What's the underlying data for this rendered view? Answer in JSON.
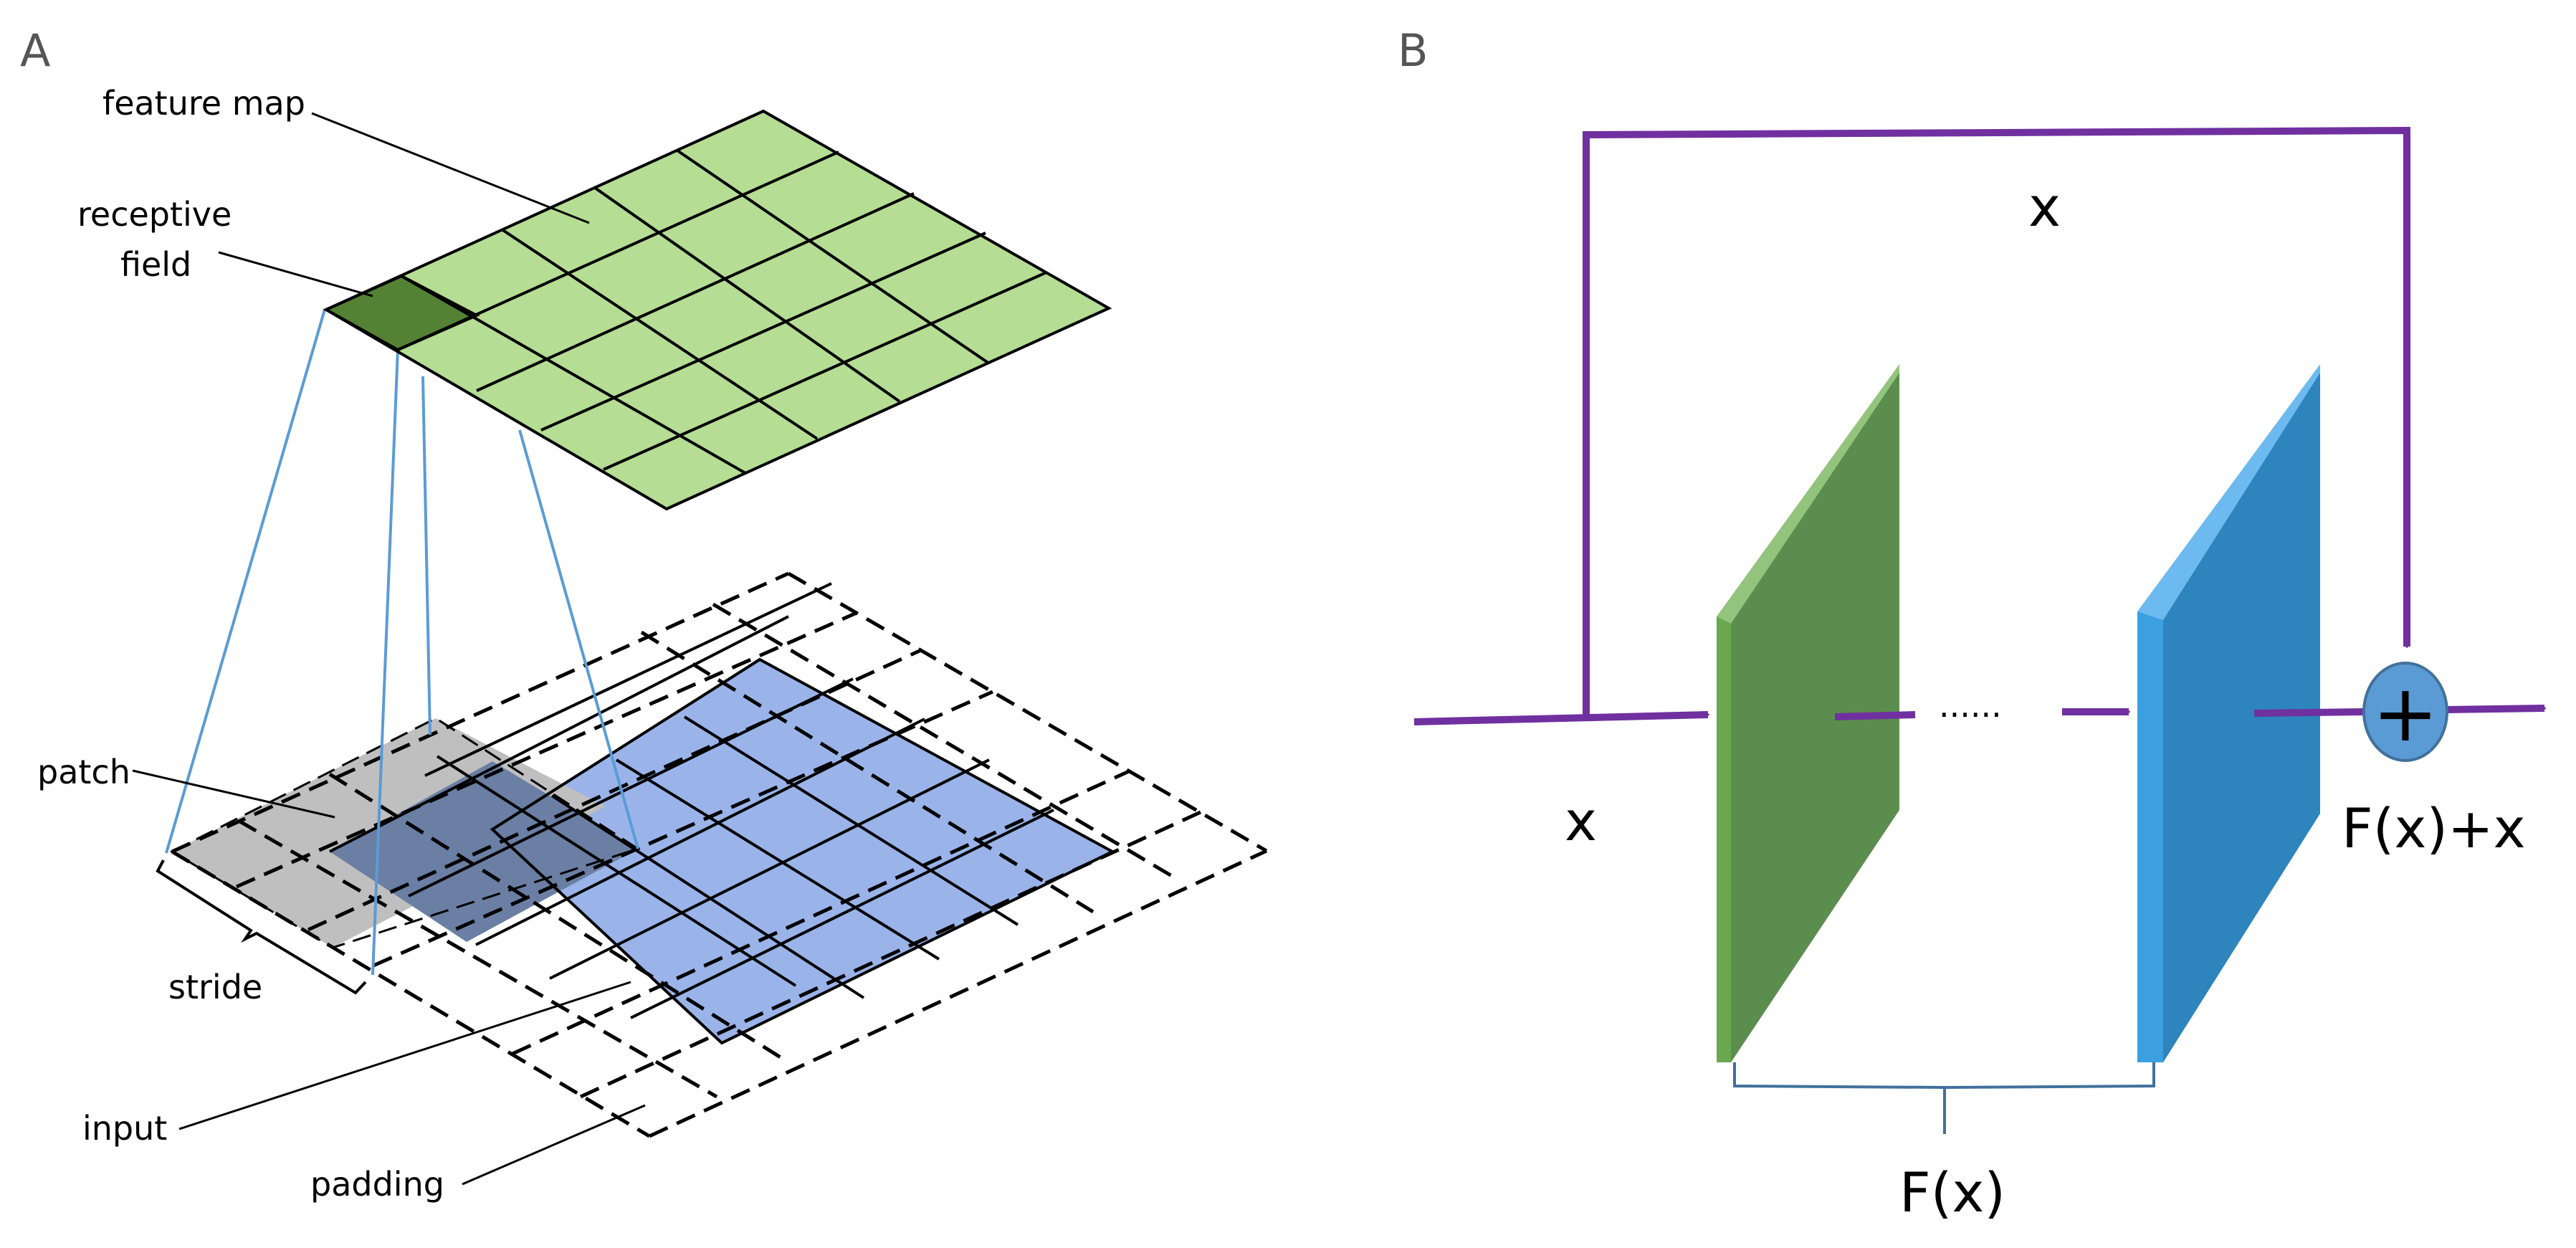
{
  "panel_a": {
    "letter": "A",
    "labels": {
      "feature_map": "feature map",
      "receptive_line1": "receptive",
      "receptive_line2": "field",
      "patch": "patch",
      "stride": "stride",
      "input": "input",
      "padding": "padding"
    },
    "colors": {
      "feature_map_fill": "#b5dd94",
      "receptive_field_fill": "#548235",
      "input_fill": "#9ab4ea",
      "patch_fill": "#bfbfbf",
      "patch_overlap_fill": "#6a7fa3",
      "projection_line": "#5b9bd5"
    }
  },
  "panel_b": {
    "letter": "B",
    "labels": {
      "skip_x": "x",
      "input_x": "x",
      "dots": "......",
      "output": "F(x)+x",
      "residual": "F(x)",
      "plus": "+"
    },
    "colors": {
      "arrow": "#7030a0",
      "green_front": "#5b8e4e",
      "green_side": "#6aa84f",
      "green_top": "#93c47d",
      "blue_front": "#2e84bd",
      "blue_side": "#3b9fe0",
      "blue_top": "#6cbaf0",
      "adder_fill": "#5b9bd5",
      "adder_stroke": "#41719c",
      "brace": "#41719c"
    }
  }
}
